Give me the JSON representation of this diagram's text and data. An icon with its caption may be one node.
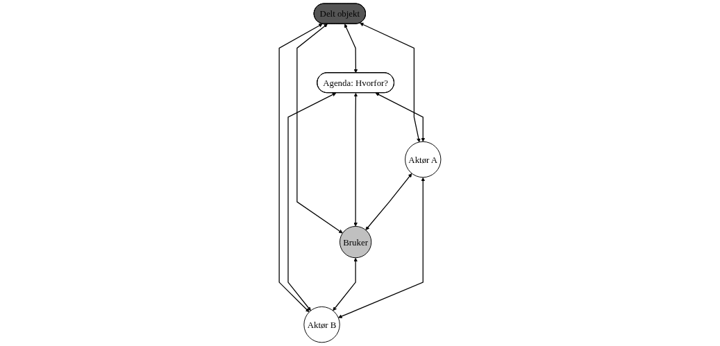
{
  "diagram": {
    "nodes": [
      {
        "text": [
          "Delt objekt"
        ]
      },
      {
        "text": [
          "Agenda: Hvorfor?"
        ]
      },
      {
        "text": [
          "Aktør A"
        ]
      },
      {
        "text": [
          "Bruker"
        ]
      },
      {
        "text": [
          "Aktør B"
        ]
      }
    ],
    "edges": [
      {
        "from": 0,
        "to": 1,
        "arrow": "both"
      },
      {
        "from": 0,
        "to": 2,
        "arrow": "both"
      },
      {
        "from": 1,
        "to": 2,
        "arrow": "both"
      },
      {
        "from": 0,
        "to": 3,
        "arrow": "both"
      },
      {
        "from": 1,
        "to": 3,
        "arrow": "both"
      },
      {
        "from": 0,
        "to": 4,
        "arrow": "both"
      },
      {
        "from": 1,
        "to": 4,
        "arrow": "both"
      },
      {
        "from": 2,
        "to": 3,
        "arrow": "both"
      },
      {
        "from": 3,
        "to": 4,
        "arrow": "both"
      },
      {
        "from": 2,
        "to": 4,
        "arrow": "both"
      }
    ]
  }
}
